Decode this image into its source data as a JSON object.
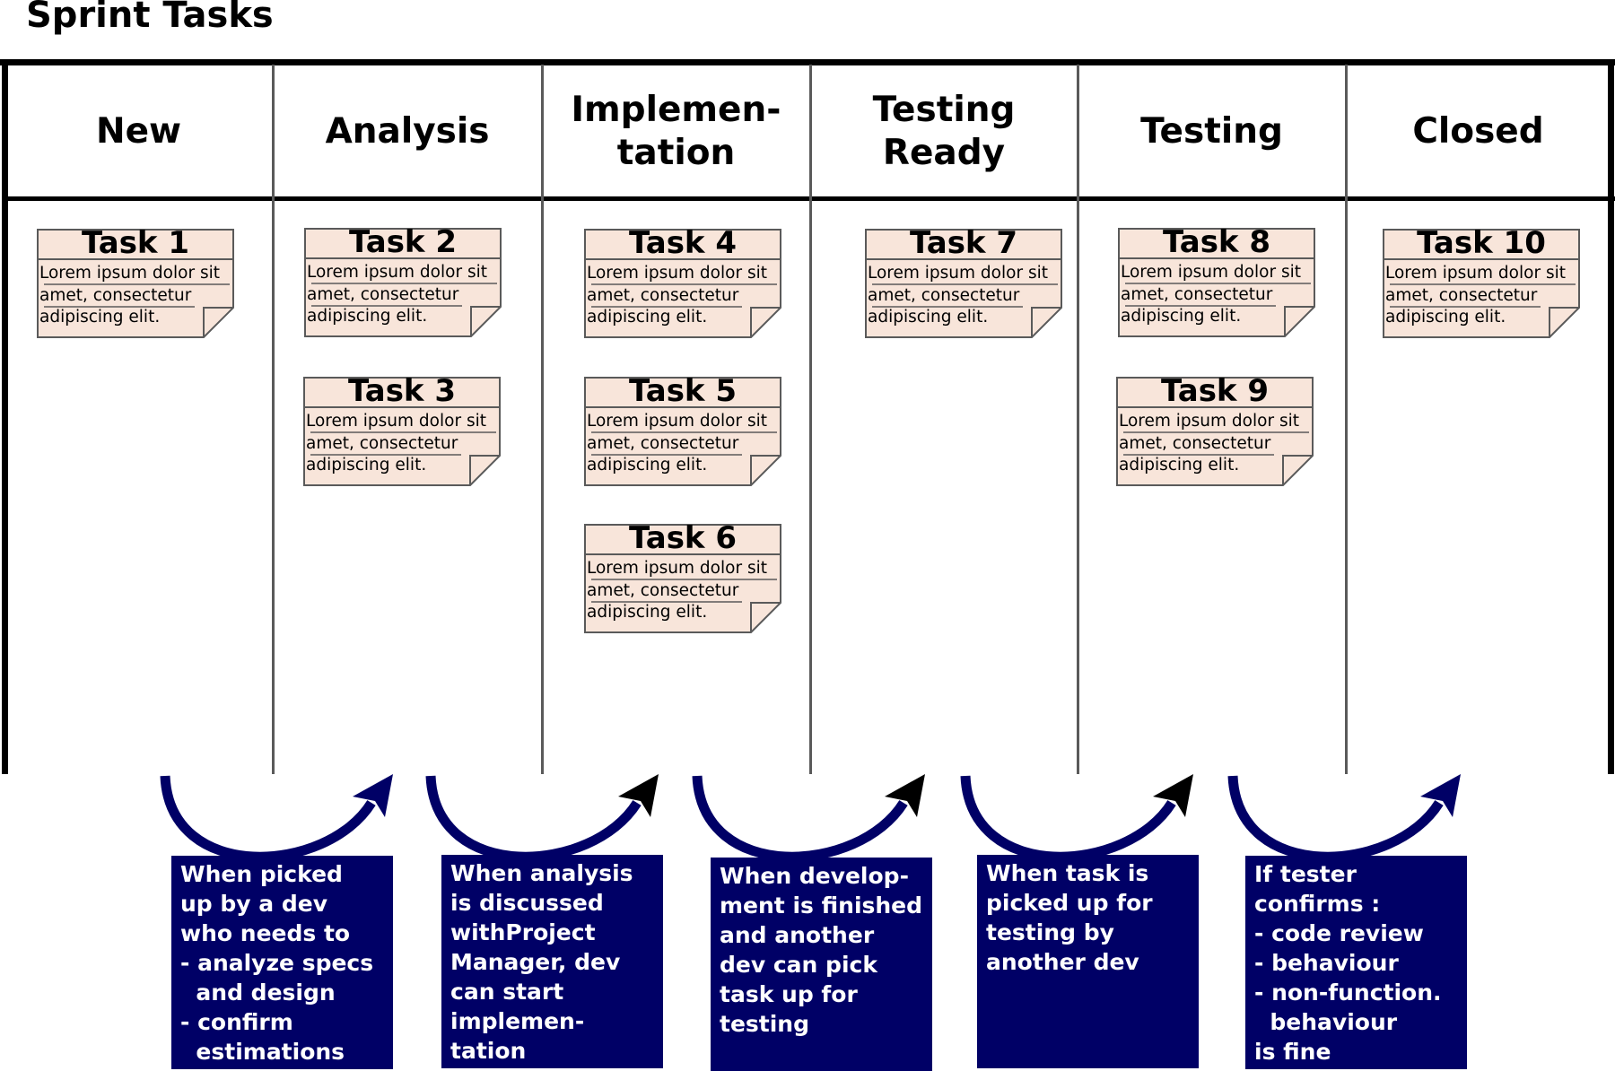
{
  "title": "Sprint Tasks",
  "columns": [
    {
      "label": "New"
    },
    {
      "label": "Analysis"
    },
    {
      "label": "Implemen-\ntation"
    },
    {
      "label": "Testing\nReady"
    },
    {
      "label": "Testing"
    },
    {
      "label": "Closed"
    }
  ],
  "tasks": [
    {
      "title": "Task 1",
      "column": 0,
      "lines": [
        "Lorem ipsum dolor sit",
        "amet, consectetur",
        "adipiscing elit."
      ]
    },
    {
      "title": "Task 2",
      "column": 1,
      "lines": [
        "Lorem ipsum dolor sit",
        "amet, consectetur",
        "adipiscing elit."
      ]
    },
    {
      "title": "Task 3",
      "column": 1,
      "lines": [
        "Lorem ipsum dolor sit",
        "amet, consectetur",
        "adipiscing elit."
      ]
    },
    {
      "title": "Task 4",
      "column": 2,
      "lines": [
        "Lorem ipsum dolor sit",
        "amet, consectetur",
        "adipiscing elit."
      ]
    },
    {
      "title": "Task 5",
      "column": 2,
      "lines": [
        "Lorem ipsum dolor sit",
        "amet, consectetur",
        "adipiscing elit."
      ]
    },
    {
      "title": "Task 6",
      "column": 2,
      "lines": [
        "Lorem ipsum dolor sit",
        "amet, consectetur",
        "adipiscing elit."
      ]
    },
    {
      "title": "Task 7",
      "column": 3,
      "lines": [
        "Lorem ipsum dolor sit",
        "amet, consectetur",
        "adipiscing elit."
      ]
    },
    {
      "title": "Task 8",
      "column": 4,
      "lines": [
        "Lorem ipsum dolor sit",
        "amet, consectetur",
        "adipiscing elit."
      ]
    },
    {
      "title": "Task 9",
      "column": 4,
      "lines": [
        "Lorem ipsum dolor sit",
        "amet, consectetur",
        "adipiscing elit."
      ]
    },
    {
      "title": "Task 10",
      "column": 5,
      "lines": [
        "Lorem ipsum dolor sit",
        "amet, consectetur",
        "adipiscing elit."
      ]
    }
  ],
  "transitions": [
    {
      "text": "When picked\nup by a dev\nwho needs to\n- analyze specs\n  and design\n- confirm\n  estimations",
      "arrowhead_color": "#000066"
    },
    {
      "text": "When analysis\nis discussed\nwithProject\nManager, dev\ncan start\nimplemen-\ntation",
      "arrowhead_color": "#000000"
    },
    {
      "text": "When develop-\nment is finished\nand another\ndev can pick\ntask up for\ntesting",
      "arrowhead_color": "#000000"
    },
    {
      "text": "When task is\npicked up for\ntesting by\nanother dev",
      "arrowhead_color": "#000000"
    },
    {
      "text": "If tester\nconfirms :\n- code review\n- behaviour\n- non-function.\n  behaviour\nis fine",
      "arrowhead_color": "#000066"
    }
  ],
  "colors": {
    "note_fill": "#f8e5da",
    "note_border": "#5a5a5a",
    "arrow": "#000066",
    "desc_bg": "#000066"
  }
}
